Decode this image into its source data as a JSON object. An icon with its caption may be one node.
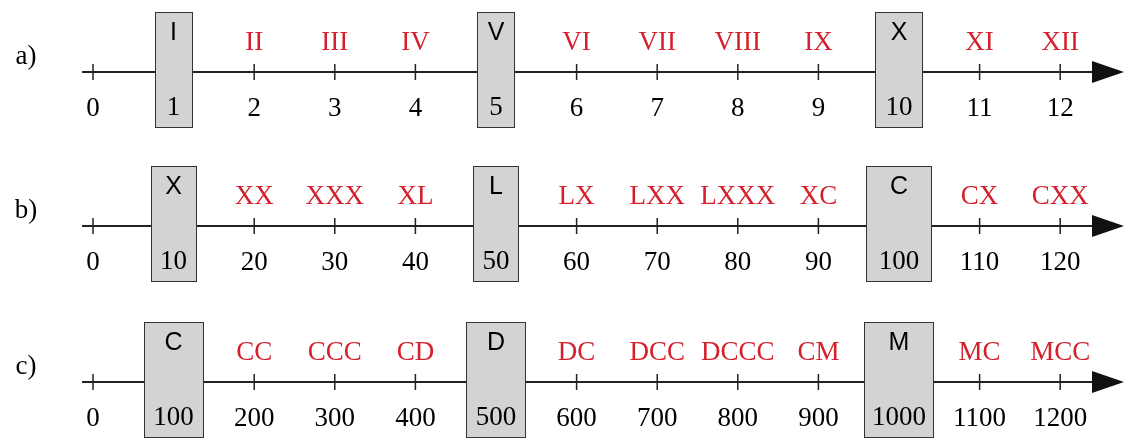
{
  "diagram": {
    "nodes": [
      {
        "text": [
          "I",
          "1"
        ]
      },
      {
        "text": [
          "V",
          "5"
        ]
      },
      {
        "text": [
          "X",
          "10"
        ]
      },
      {
        "text": [
          "X",
          "10"
        ]
      },
      {
        "text": [
          "L",
          "50"
        ]
      },
      {
        "text": [
          "C",
          "100"
        ]
      },
      {
        "text": [
          "C",
          "100"
        ]
      },
      {
        "text": [
          "D",
          "500"
        ]
      },
      {
        "text": [
          "M",
          "1000"
        ]
      }
    ],
    "labels": [
      "a)",
      "II",
      "III",
      "IV",
      "VI",
      "VII",
      "VIII",
      "IX",
      "XI",
      "XII",
      "0",
      "2",
      "3",
      "4",
      "6",
      "7",
      "8",
      "9",
      "11",
      "12",
      "b)",
      "XX",
      "XXX",
      "XL",
      "LX",
      "LXX",
      "LXXX",
      "XC",
      "CX",
      "CXX",
      "0",
      "20",
      "30",
      "40",
      "60",
      "70",
      "80",
      "90",
      "110",
      "120",
      "c)",
      "CC",
      "CCC",
      "CD",
      "DC",
      "DCC",
      "DCCC",
      "CM",
      "MC",
      "MCC",
      "0",
      "200",
      "300",
      "400",
      "600",
      "700",
      "800",
      "900",
      "1100",
      "1200"
    ]
  }
}
